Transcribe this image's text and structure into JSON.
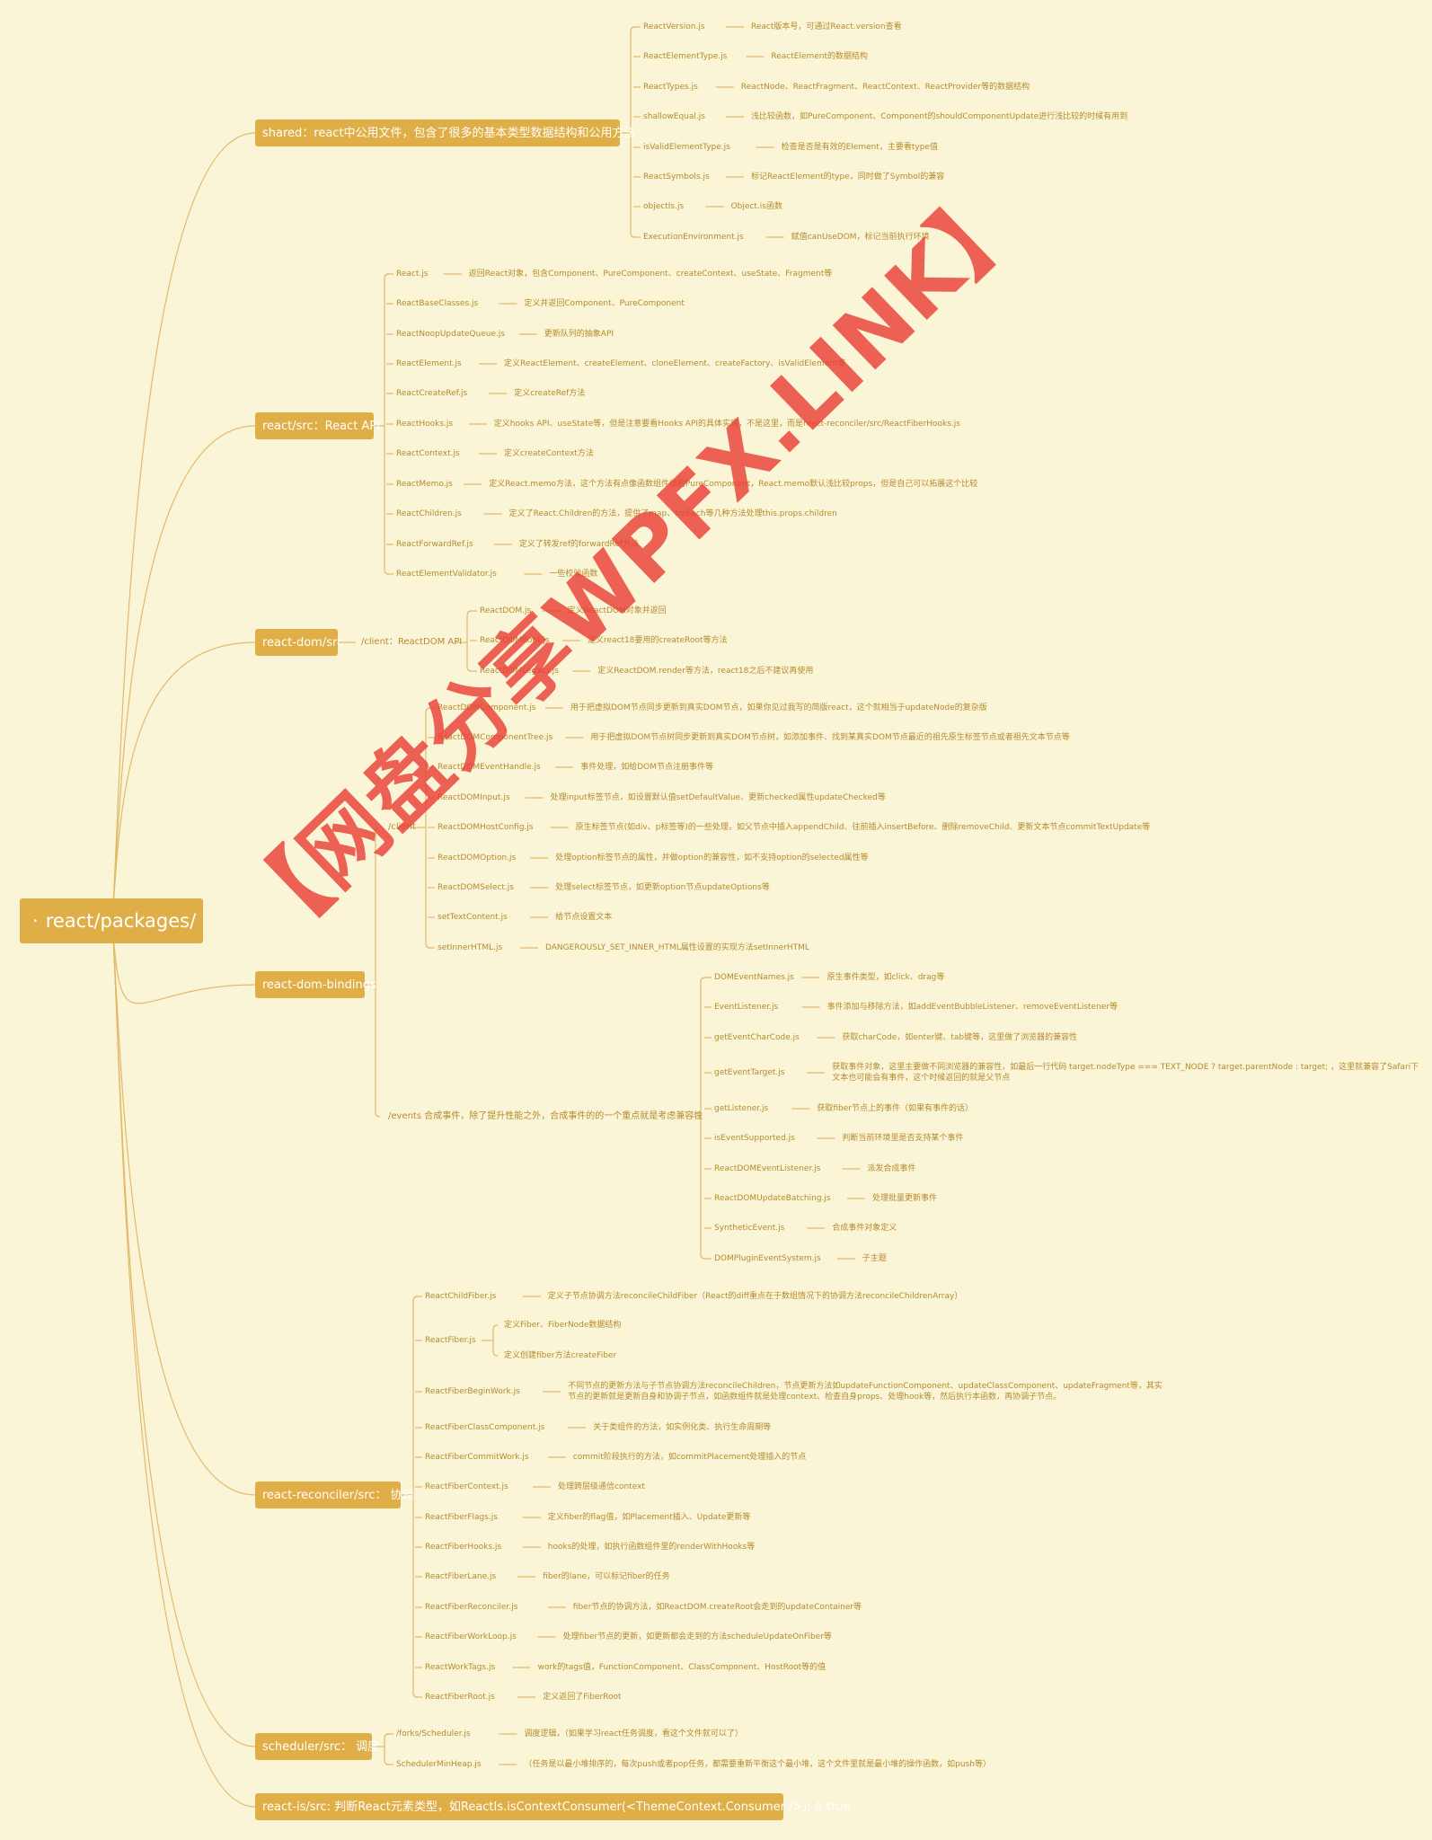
{
  "root": "react/packages/",
  "bullet": "·",
  "dash": "——",
  "colors": {
    "background": "#fbf5d7",
    "node": "#e0ae46",
    "line": "#e2b96a",
    "text": "#b48b2e",
    "watermark": "#e83c32"
  },
  "watermark": "【网盘分享WPFX.LINK】",
  "shared": {
    "title": "shared：react中公用文件，包含了很多的基本类型数据结构和公用方法",
    "items": [
      [
        "ReactVersion.js",
        "React版本号，可通过React.version查看"
      ],
      [
        "ReactElementType.js",
        "ReactElement的数据结构"
      ],
      [
        "ReactTypes.js",
        "ReactNode、ReactFragment、ReactContext、ReactProvider等的数据结构"
      ],
      [
        "shallowEqual.js",
        "浅比较函数，如PureComponent、Component的shouldComponentUpdate进行浅比较的时候有用到"
      ],
      [
        "isValidElementType.js",
        "检查是否是有效的Element，主要看type值"
      ],
      [
        "ReactSymbols.js",
        "标记ReactElement的type，同时做了Symbol的兼容"
      ],
      [
        "objectIs.js",
        "Object.is函数"
      ],
      [
        "ExecutionEnvironment.js",
        "赋值canUseDOM，标记当前执行环境"
      ]
    ]
  },
  "react_src": {
    "title": "react/src：React API",
    "items": [
      [
        "React.js",
        "返回React对象，包含Component、PureComponent、createContext、useState、Fragment等"
      ],
      [
        "ReactBaseClasses.js",
        "定义并返回Component、PureComponent"
      ],
      [
        "ReactNoopUpdateQueue.js",
        "更新队列的抽象API"
      ],
      [
        "ReactElement.js",
        "定义ReactElement、createElement、cloneElement、createFactory、isValidElement等"
      ],
      [
        "ReactCreateRef.js",
        "定义createRef方法"
      ],
      [
        "ReactHooks.js",
        "定义hooks API、useState等，但是注意要看Hooks API的具体实现，不是这里，而是react-reconciler/src/ReactFiberHooks.js"
      ],
      [
        "ReactContext.js",
        "定义createContext方法"
      ],
      [
        "ReactMemo.js",
        "定义React.memo方法，这个方法有点像函数组件级的PureComponent，React.memo默认浅比较props，但是自己可以拓展这个比较"
      ],
      [
        "ReactChildren.js",
        "定义了React.Children的方法，提供了map、forEach等几种方法处理this.props.children"
      ],
      [
        "ReactForwardRef.js",
        "定义了转发ref的forwardRef方法"
      ],
      [
        "ReactElementValidator.js",
        "一些校验函数"
      ]
    ]
  },
  "react_dom_src": {
    "title": "react-dom/src",
    "client": "/client：ReactDOM API",
    "items": [
      [
        "ReactDOM.js",
        "定义ReactDOM对象并返回"
      ],
      [
        "ReactDOMRoot.js",
        "定义react18要用的createRoot等方法"
      ],
      [
        "ReactDOMLegacy.js",
        "定义ReactDOM.render等方法，react18之后不建议再使用"
      ]
    ]
  },
  "bindings": {
    "title": "react-dom-bindings",
    "client": "/client",
    "client_items": [
      [
        "ReactDOMComponent.js",
        "用于把虚拟DOM节点同步更新到真实DOM节点，如果你见过我写的简版react，这个就相当于updateNode的复杂版"
      ],
      [
        "ReactDOMComponentTree.js",
        "用于把虚拟DOM节点树同步更新到真实DOM节点树，如添加事件、找到某真实DOM节点最近的祖先原生标签节点或者祖先文本节点等"
      ],
      [
        "ReactDOMEventHandle.js",
        "事件处理，如给DOM节点注册事件等"
      ],
      [
        "ReactDOMInput.js",
        "处理input标签节点，如设置默认值setDefaultValue、更新checked属性updateChecked等"
      ],
      [
        "ReactDOMHostConfig.js",
        "原生标签节点(如div、p标签等)的一些处理，如父节点中插入appendChild、往前插入insertBefore、删除removeChild、更新文本节点commitTextUpdate等"
      ],
      [
        "ReactDOMOption.js",
        "处理option标签节点的属性，并做option的兼容性，如不支持option的selected属性等"
      ],
      [
        "ReactDOMSelect.js",
        "处理select标签节点，如更新option节点updateOptions等"
      ],
      [
        "setTextContent.js",
        "给节点设置文本"
      ],
      [
        "setInnerHTML.js",
        "DANGEROUSLY_SET_INNER_HTML属性设置的实现方法setInnerHTML"
      ]
    ],
    "events": "/events 合成事件，除了提升性能之外，合成事件的的一个重点就是考虑兼容性",
    "events_items": [
      [
        "DOMEventNames.js",
        "原生事件类型，如click、drag等"
      ],
      [
        "EventListener.js",
        "事件添加与移除方法，如addEventBubbleListener、removeEventListener等"
      ],
      [
        "getEventCharCode.js",
        "获取charCode，如enter键、tab键等，这里做了浏览器的兼容性"
      ],
      [
        "getEventTarget.js",
        "获取事件对象，这里主要做不同浏览器的兼容性，如最后一行代码 target.nodeType === TEXT_NODE ? target.parentNode : target; ，这里就兼容了Safari下",
        "文本也可能会有事件，这个时候返回的就是父节点"
      ],
      [
        "getListener.js",
        "获取fiber节点上的事件（如果有事件的话）"
      ],
      [
        "isEventSupported.js",
        "判断当前环境里是否支持某个事件"
      ],
      [
        "ReactDOMEventListener.js",
        "派发合成事件"
      ],
      [
        "ReactDOMUpdateBatching.js",
        "处理批量更新事件"
      ],
      [
        "SyntheticEvent.js",
        "合成事件对象定义"
      ],
      [
        "DOMPluginEventSystem.js",
        "子主题"
      ]
    ]
  },
  "reconciler": {
    "title": "react-reconciler/src：  协调",
    "items": [
      [
        "ReactChildFiber.js",
        "定义子节点协调方法reconcileChildFiber（React的diff重点在于数组情况下的协调方法reconcileChildrenArray）"
      ],
      [
        "ReactFiber.js",
        ""
      ],
      [
        "ReactFiberBeginWork.js",
        "不同节点的更新方法与子节点协调方法reconcileChildren，节点更新方法如updateFunctionComponent、updateClassComponent、updateFragment等，其实",
        "节点的更新就是更新自身和协调子节点，如函数组件就是处理context、检查自身props、处理hook等，然后执行本函数，再协调子节点。"
      ],
      [
        "ReactFiberClassComponent.js",
        "关于类组件的方法，如实例化类、执行生命周期等"
      ],
      [
        "ReactFiberCommitWork.js",
        "commit阶段执行的方法，如commitPlacement处理插入的节点"
      ],
      [
        "ReactFiberContext.js",
        "处理跨层级通信context"
      ],
      [
        "ReactFiberFlags.js",
        "定义fiber的flag值，如Placement插入、Update更新等"
      ],
      [
        "ReactFiberHooks.js",
        "hooks的处理，如执行函数组件里的renderWithHooks等"
      ],
      [
        "ReactFiberLane.js",
        "fiber的lane，可以标记fiber的任务"
      ],
      [
        "ReactFiberReconciler.js",
        "fiber节点的协调方法，如ReactDOM.createRoot会走到的updateContainer等"
      ],
      [
        "ReactFiberWorkLoop.js",
        "处理fiber节点的更新，如更新都会走到的方法scheduleUpdateOnFiber等"
      ],
      [
        "ReactWorkTags.js",
        "work的tags值，FunctionComponent、ClassComponent、HostRoot等的值"
      ],
      [
        "ReactFiberRoot.js",
        "定义返回了FiberRoot"
      ]
    ],
    "fiber_children": [
      "定义Fiber、FiberNode数据结构",
      "定义创建fiber方法createFiber"
    ]
  },
  "scheduler": {
    "title": "scheduler/src：  调度",
    "items": [
      [
        "/forks/Scheduler.js",
        "调度逻辑，（如果学习react任务调度，看这个文件就可以了）"
      ],
      [
        "SchedulerMinHeap.js",
        "（任务是以最小堆排序的，每次push或者pop任务，都需要重新平衡这个最小堆，这个文件里就是最小堆的操作函数，如push等）"
      ]
    ]
  },
  "react_is": {
    "title": "react-is/src: 判断React元素类型，如ReactIs.isContextConsumer(<ThemeContext.Consumer />); // true"
  }
}
